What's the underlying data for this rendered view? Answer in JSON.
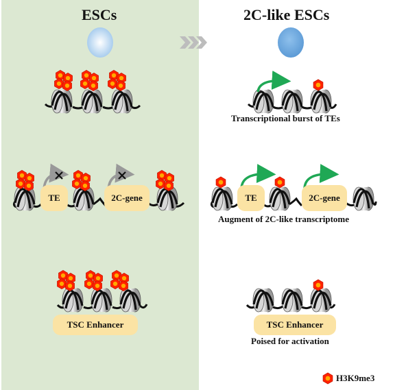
{
  "left_panel": {
    "title": "ESCs",
    "te_box": "TE",
    "gene_box": "2C-gene",
    "enhancer_box": "TSC Enhancer"
  },
  "right_panel": {
    "title": "2C-like ESCs",
    "caption_top": "Transcriptional burst of TEs",
    "te_box": "TE",
    "gene_box": "2C-gene",
    "caption_middle": "Augment of 2C-like transcriptome",
    "enhancer_box": "TSC Enhancer",
    "caption_bottom": "Poised for activation"
  },
  "legend": {
    "label": "H3K9me3"
  },
  "colors": {
    "panel_bg": "#dce8d2",
    "mark_red": "#ff2200",
    "mark_orange": "#ffaa00",
    "box_fill": "#fbe3a4",
    "active_arrow": "#1fa855",
    "blocked_arrow": "#999999",
    "esc_cell": "#bfdcf2",
    "twoc_cell": "#6aa6dc"
  }
}
